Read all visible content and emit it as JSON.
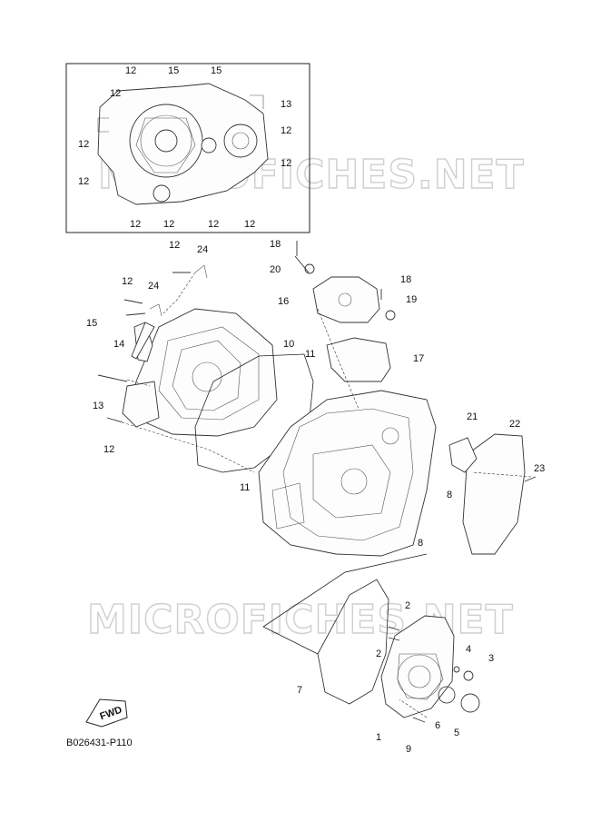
{
  "diagram": {
    "watermark": "MICROFICHES.NET",
    "code": "B026431-P110",
    "fwd_label": "FWD",
    "inset_labels": [
      "12",
      "15",
      "15",
      "12",
      "13",
      "12",
      "12",
      "12",
      "12",
      "12",
      "12",
      "12",
      "12"
    ],
    "main_labels": [
      "12",
      "24",
      "18",
      "20",
      "12",
      "24",
      "16",
      "18",
      "19",
      "15",
      "14",
      "10",
      "11",
      "17",
      "13",
      "12",
      "21",
      "22",
      "23",
      "8",
      "11",
      "8",
      "2",
      "2",
      "4",
      "3",
      "7",
      "6",
      "5",
      "1",
      "9"
    ]
  }
}
